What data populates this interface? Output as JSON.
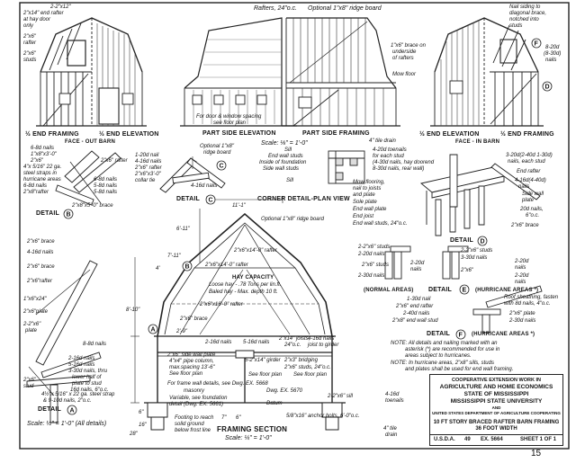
{
  "views": {
    "end_framing_left": "½ END FRAMING",
    "end_elevation_left": "½ END ELEVATION",
    "face_out_barn": "FACE - OUT BARN",
    "part_side_elevation": "PART SIDE ELEVATION",
    "part_side_framing": "PART SIDE FRAMING",
    "end_elevation_right": "½ END ELEVATION",
    "end_framing_right": "½ END FRAMING",
    "face_in_barn": "FACE - IN BARN",
    "scale_top": "Scale: ⅛\" = 1'-0\"",
    "corner_detail": "CORNER DETAIL-PLAN VIEW",
    "framing_section": "FRAMING SECTION",
    "section_scale": "Scale: ¼\" = 1'-0\"",
    "scale_details": "Scale: ½\" = 1'-0\" (All details)"
  },
  "detail_labels": {
    "a": "DETAIL",
    "b": "DETAIL",
    "c": "DETAIL",
    "d": "DETAIL",
    "e_normal": "(NORMAL AREAS)",
    "e_detail": "DETAIL",
    "e_hurricane": "(HURRICANE AREAS *)",
    "f_detail": "DETAIL",
    "f_hurricane": "(HURRICANE AREAS *)"
  },
  "markers": [
    "A",
    "B",
    "C",
    "D",
    "E",
    "F"
  ],
  "top_notes": {
    "rafter_hay_door": "2-2\"x12\"",
    "rafter_hay_door_2": "2\"x14\" end rafter",
    "rafter_hay_door_3": "at hay door",
    "rafter_hay_door_4": "only",
    "rafter_2x6": "2\"x6\"",
    "rafter_2x6_b": "rafter",
    "studs_2x6": "2\"x6\"",
    "studs_2x6_b": "studs",
    "rafters_24": "Rafters, 24\"o.c.",
    "ridge_board": "Optional 1\"x8\" ridge board",
    "door_window_note": "For door & window spacing",
    "door_window_note_2": "see floor plan",
    "brace_note": "1\"x6\" brace on",
    "brace_note_2": "underside",
    "brace_note_3": "of rafters",
    "mow_floor": "Mow floor",
    "tile_drain": "4\" tile drain",
    "siding_note": "Nail siding to",
    "siding_note_2": "diagonal brace,",
    "siding_note_3": "notched into",
    "siding_note_4": "studs",
    "nails_8_20d": "8-20d",
    "nails_8_30d": "(8-30d)",
    "nails_8_20d_b": "nails"
  },
  "detail_b_notes": [
    "6-8d nails",
    "1\"x8\"x3'-0\"",
    "2\"x6\"",
    "4\"x 5/16\" 22 ga.",
    "steel straps in",
    "hurricane areas",
    "6-8d nails",
    "2\"x8\"rafter",
    "6-8d nails",
    "5-8d nails",
    "5-8d nails",
    "2\"x6\" rafter",
    "2\"x8\"x5'-0\" brace"
  ],
  "detail_c_notes": [
    "1-20d nail",
    "4-16d nails",
    "2\"x6\" rafter",
    "2\"x6\"x3'-0\"",
    "collar tie",
    "4-16d nails",
    "Optional 1\"x8\"",
    "ridge board"
  ],
  "corner_notes": [
    "Sill",
    "End wall studs",
    "Inside of foundation",
    "Side wall studs",
    "Sill"
  ],
  "detail_d_notes": [
    "4-20d toenails",
    "for each stud",
    "(4-30d nails, hay doorend",
    "8-30d nails, rear wall)",
    "Mow flooring,",
    "nail to joists",
    "and plate",
    "Sole plate",
    "End wall plate",
    "End joist",
    "End wall studs, 24\"o.c.",
    "3-20d(2-40d 1-30d)",
    "nails, each stud",
    "End rafter",
    "4-16d(4-40d)",
    "nails",
    "Side wall",
    "plate",
    "20d nails,",
    "6\"o.c.",
    "2\"x6\" brace"
  ],
  "section_notes": {
    "dim_top": "11'-1\"",
    "ridge": "Optional 1\"x8\" ridge board",
    "dim_6_11": "6'-11\"",
    "dim_7_11": "7'-11\"",
    "dim_4": "4'",
    "rafter_14": "2\"x6\"x14'-0\" rafter",
    "rafter_14b": "2\"x6\"x14'-0\" rafter",
    "hay_capacity": "HAY CAPACITY",
    "loose_hay": "Loose hay - .78 Tons per lin.ft.",
    "baled_hay": "Baled hay - Max. depth 10 ft.",
    "rafter_16": "2\"x6\"x16'-0\" rafter",
    "brace_2x6": "2\"x6\" brace",
    "dim_2_9": "2'-9\"",
    "dim_8_10": "8'-10\"",
    "wall_nails": "2-16d nails",
    "nails_5_16": "5-16d nails",
    "joists_24": "2\"x14\" joists,",
    "joists_24_b": "24\"o.c.",
    "nails_4_16_joist": "4-16d nails",
    "nails_4_16_joist_b": "joist to girder",
    "side_wall_plate": "2\"x6\" side wall plate",
    "posts": "4\"x4\" pipe column,",
    "posts_2": "max.spacing 13'-6\"",
    "see_floor_plan_1": "See floor plan",
    "girder": "5-2\"x14\" girder",
    "bridging": "2\"x3\" bridging",
    "studs_24": "2\"x6\" studs, 24\"o.c.",
    "see_floor_plan_2": "See floor plan",
    "see_floor_plan_3": "See floor plan",
    "frame_walls": "For frame wall details, see Dwg. EX. 5668",
    "masonry": "masonry",
    "masonry_dwg": "Dwg. EX. 5670",
    "variable": "Variable, see foundation",
    "variable_2": "detail (Dwg. EX. 5661)",
    "datum": "Datum",
    "footing": "Footing to reach",
    "footing_2": "solid ground",
    "footing_3": "below frost line",
    "dim_6": "6\"",
    "dim_16": "16\"",
    "dim_28": "28\"",
    "dim_7": "7\"",
    "dim_6b": "6\"",
    "sill_2x6": "2-2\"x6\" sill",
    "anchor": "5/8\"x16\" anchor bolts, 6'-0\"o.c.",
    "nails_4_16_toe": "4-16d",
    "nails_4_16_toe_b": "toenails",
    "drain_4": "4\" tile",
    "drain_4b": "drain"
  },
  "detail_a_notes": [
    "2\"x6\" brace",
    "4-16d nails",
    "2\"x6\" brace",
    "2\"x6\"rafter",
    "1\"x6\"x24\"",
    "2\"x6\"plate",
    "2-2\"x6\"",
    "plate",
    "8-8d nails",
    "2-16d nails",
    "5-16d nails",
    "3-30d nails, thru",
    "lower half of",
    "plate to stud",
    "16d nails, 6\"o.c.",
    "2\"x6\"",
    "stud",
    "4½\"x 5/16\" x 22 ga. steel strap",
    "& 9-10d nails, 2\"o.c."
  ],
  "detail_e_notes": [
    "2-2\"x6\" studs",
    "2-20d nails",
    "2-20d",
    "nails",
    "2-30d nails",
    "2\"x6\" studs",
    "2-2\"x6\" studs",
    "3-30d nails",
    "2\"x6\"",
    "2-20d",
    "nails",
    "2-20d",
    "nails"
  ],
  "detail_f_notes": [
    "1-30d nail",
    "2\"x6\" end rafter",
    "2-40d nails",
    "2\"x8\" end wall stud",
    "Roof sheathing, fasten",
    "with 8d nails, 4\"o.c.",
    "2\"x6\" plate",
    "2-30d nails"
  ],
  "general_note": {
    "line1": "NOTE: All details and nailing marked with an",
    "line2": "asterisk (*) are recommended for use in",
    "line3": "areas subject to hurricanes.",
    "line4": "NOTE: In hurricane areas, 2\"x8\" sills, studs",
    "line5": "and plates shall be used for end wall framing."
  },
  "title_block": {
    "line1": "COOPERATIVE EXTENSION WORK IN",
    "line2": "AGRICULTURE AND HOME ECONOMICS",
    "line3": "STATE OF MISSISSIPPI",
    "line4": "MISSISSIPPI STATE UNIVERSITY",
    "line5": "AND",
    "line6": "UNITED STATES DEPARTMENT OF AGRICULTURE COOPERATING",
    "line7": "10 FT STORY BRACED RAFTER BARN FRAMING",
    "line8": "36 FOOT WIDTH",
    "bottom_usda": "U.S.D.A.",
    "bottom_49": "49",
    "bottom_ex": "EX. 5664",
    "bottom_sheet": "SHEET 1 OF 1"
  },
  "page_number": "15"
}
